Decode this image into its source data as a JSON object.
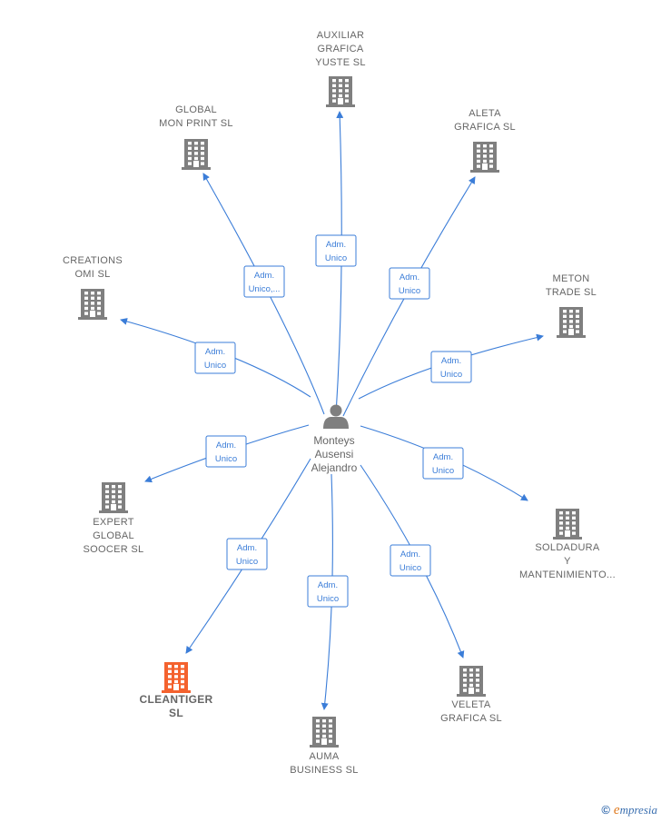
{
  "center": {
    "name_lines": [
      "Monteys",
      "Ausensi",
      "Alejandro"
    ],
    "icon": "person-icon"
  },
  "companies": [
    {
      "id": "auxiliar",
      "lines": [
        "AUXILIAR",
        "GRAFICA",
        "YUSTE  SL"
      ],
      "relation": [
        "Adm.",
        "Unico"
      ],
      "icon": "building-icon"
    },
    {
      "id": "global",
      "lines": [
        "GLOBAL",
        "MON PRINT  SL"
      ],
      "relation": [
        "Adm.",
        "Unico,..."
      ],
      "icon": "building-icon"
    },
    {
      "id": "aleta",
      "lines": [
        "ALETA",
        "GRAFICA  SL"
      ],
      "relation": [
        "Adm.",
        "Unico"
      ],
      "icon": "building-icon"
    },
    {
      "id": "creations",
      "lines": [
        "CREATIONS",
        "OMI  SL"
      ],
      "relation": [
        "Adm.",
        "Unico"
      ],
      "icon": "building-icon"
    },
    {
      "id": "meton",
      "lines": [
        "METON",
        "TRADE  SL"
      ],
      "relation": [
        "Adm.",
        "Unico"
      ],
      "icon": "building-icon"
    },
    {
      "id": "expert",
      "lines": [
        "EXPERT",
        "GLOBAL",
        "SOOCER  SL"
      ],
      "relation": [
        "Adm.",
        "Unico"
      ],
      "icon": "building-icon"
    },
    {
      "id": "soldadura",
      "lines": [
        "SOLDADURA",
        "Y",
        "MANTENIMIENTO..."
      ],
      "relation": [
        "Adm.",
        "Unico"
      ],
      "icon": "building-icon"
    },
    {
      "id": "cleantiger",
      "lines": [
        "CLEANTIGER",
        "SL"
      ],
      "relation": [
        "Adm.",
        "Unico"
      ],
      "icon": "building-icon",
      "highlight": true
    },
    {
      "id": "auma",
      "lines": [
        "AUMA",
        "BUSINESS  SL"
      ],
      "relation": [
        "Adm.",
        "Unico"
      ],
      "icon": "building-icon"
    },
    {
      "id": "veleta",
      "lines": [
        "VELETA",
        "GRAFICA  SL"
      ],
      "relation": [
        "Adm.",
        "Unico"
      ],
      "icon": "building-icon"
    }
  ],
  "colors": {
    "edge": "#3b7dd8",
    "building": "#7f7f7f",
    "highlight": "#f4622e",
    "person": "#7f7f7f"
  },
  "footer": {
    "copyright": "©",
    "brand_first": "e",
    "brand_rest": "mpresia"
  }
}
